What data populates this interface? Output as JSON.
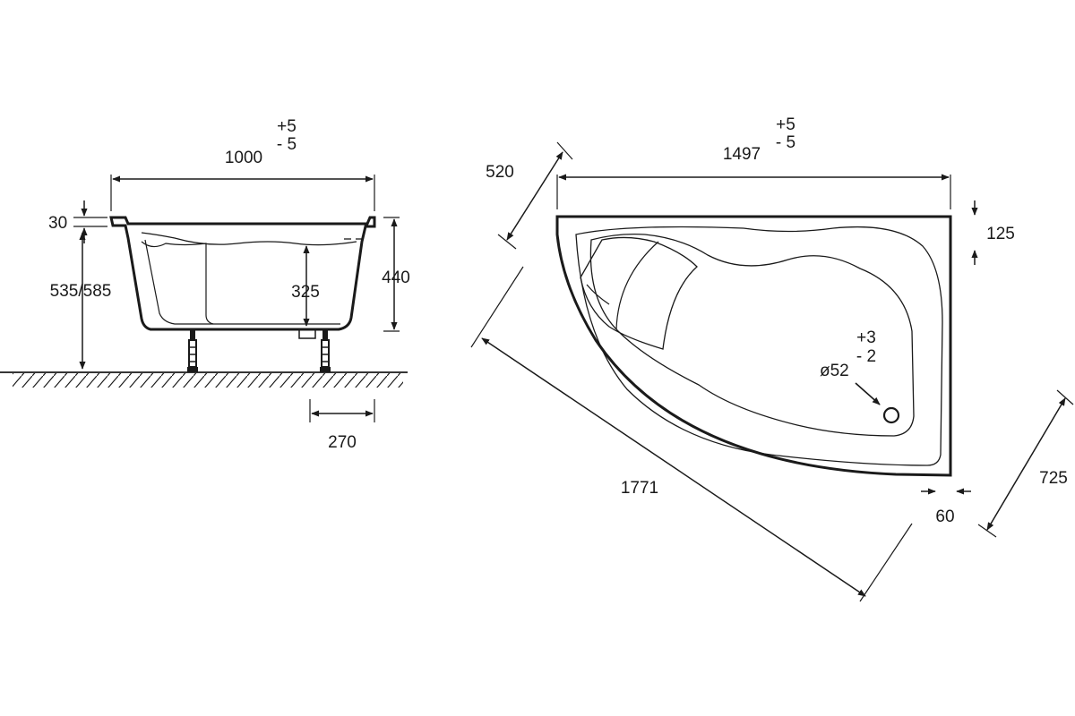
{
  "colors": {
    "ink": "#1a1a1a",
    "paper": "#ffffff"
  },
  "side_view": {
    "width": "1000",
    "width_tol_plus": "+5",
    "width_tol_minus": "- 5",
    "rim_thickness": "30",
    "total_height": "535/585",
    "tub_height": "440",
    "inner_depth": "325",
    "leg_offset": "270"
  },
  "plan_view": {
    "width": "1497",
    "width_tol_plus": "+5",
    "width_tol_minus": "- 5",
    "short_side": "520",
    "rim_offset": "125",
    "diagonal": "1771",
    "side": "725",
    "edge_gap": "60",
    "drain_diameter": "ø52",
    "drain_tol_plus": "+3",
    "drain_tol_minus": "- 2"
  }
}
